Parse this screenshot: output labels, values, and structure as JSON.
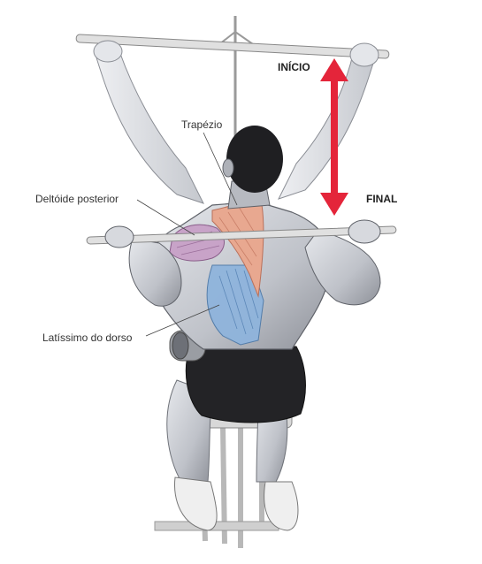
{
  "phases": {
    "start": "INÍCIO",
    "end": "FINAL"
  },
  "labels": {
    "trapezius": "Trapézio",
    "rear_deltoid": "Deltóide posterior",
    "latissimus": "Latíssimo do dorso"
  },
  "colors": {
    "arrow": "#e4253a",
    "trapezius": "#e8a890",
    "rear_deltoid": "#c8a3c8",
    "latissimus": "#8fb4dc",
    "skin": "#c9ccd2",
    "skin_shadow": "#8d9098",
    "hair": "#1f1f22",
    "shorts": "#232326",
    "bar": "#d6d6d6",
    "seat": "#d8d8d8"
  }
}
